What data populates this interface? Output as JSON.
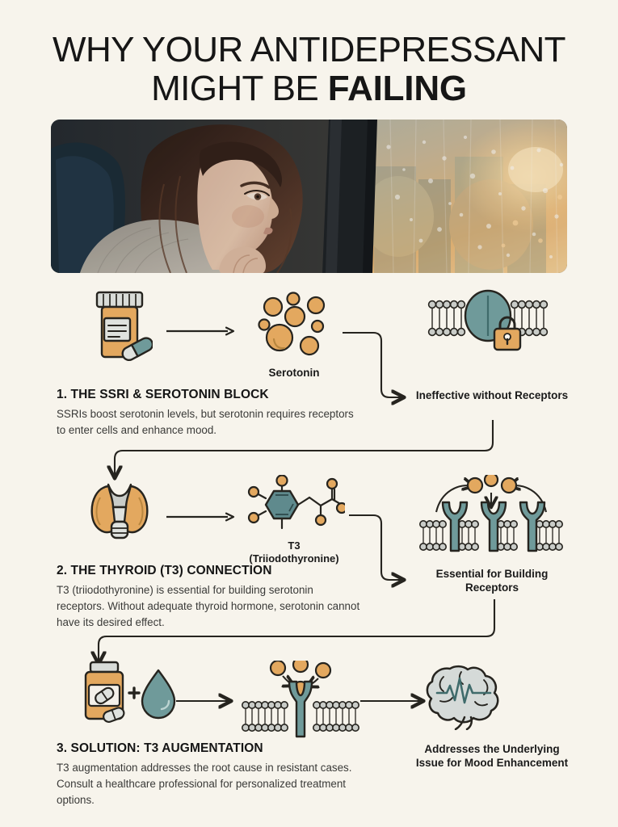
{
  "theme": {
    "page_bg": "#f7f4ec",
    "outer_bg": "#faf7f2",
    "ink": "#26241f",
    "orange": "#e3a85f",
    "orange_dark": "#d2933f",
    "teal": "#6f9a9a",
    "teal_dark": "#4d7c7c",
    "grey": "#c9ccc8",
    "grey_light": "#dfe2de"
  },
  "title": {
    "line1": "WHY YOUR ANTIDEPRESSANT",
    "line2_plain": "MIGHT BE ",
    "line2_strong": "FAILING"
  },
  "hero": {
    "alt": "Pensive woman resting chin on hand, looking out a rain-streaked window at warm sunset light",
    "icon": "photo-woman-window-rain"
  },
  "sections": [
    {
      "id": "ssri-serotonin-block",
      "heading": "1. THE SSRI & SEROTONIN BLOCK",
      "body": "SSRIs boost serotonin levels, but serotonin requires receptors to enter cells and enhance mood.",
      "source_icon": "pill-bottle-icon",
      "middle_icon": "serotonin-molecules-icon",
      "middle_caption": "Serotonin",
      "result_icon": "blocked-receptor-lock-icon",
      "result_caption": "Ineffective without Receptors"
    },
    {
      "id": "thyroid-t3-connection",
      "heading": "2. THE THYROID (T3) CONNECTION",
      "body": "T3 (triiodothyronine) is essential for building serotonin receptors. Without adequate thyroid hormone, serotonin cannot have its desired effect.",
      "source_icon": "thyroid-gland-icon",
      "middle_icon": "t3-molecule-icon",
      "middle_caption_line1": "T3",
      "middle_caption_line2": "(Triiodothyronine)",
      "result_icon": "receptor-membrane-icon",
      "result_caption": "Essential for Building Receptors"
    },
    {
      "id": "solution-t3-augmentation",
      "heading": "3. SOLUTION: T3 AUGMENTATION",
      "body": "T3 augmentation addresses the root cause in resistant cases. Consult a healthcare professional for personalized treatment options.",
      "source_icon": "medication-plus-droplet-icon",
      "middle_icon": "serotonin-binding-receptor-icon",
      "result_icon": "brain-waveform-icon",
      "result_caption": "Addresses the Underlying Issue for Mood Enhancement"
    }
  ]
}
